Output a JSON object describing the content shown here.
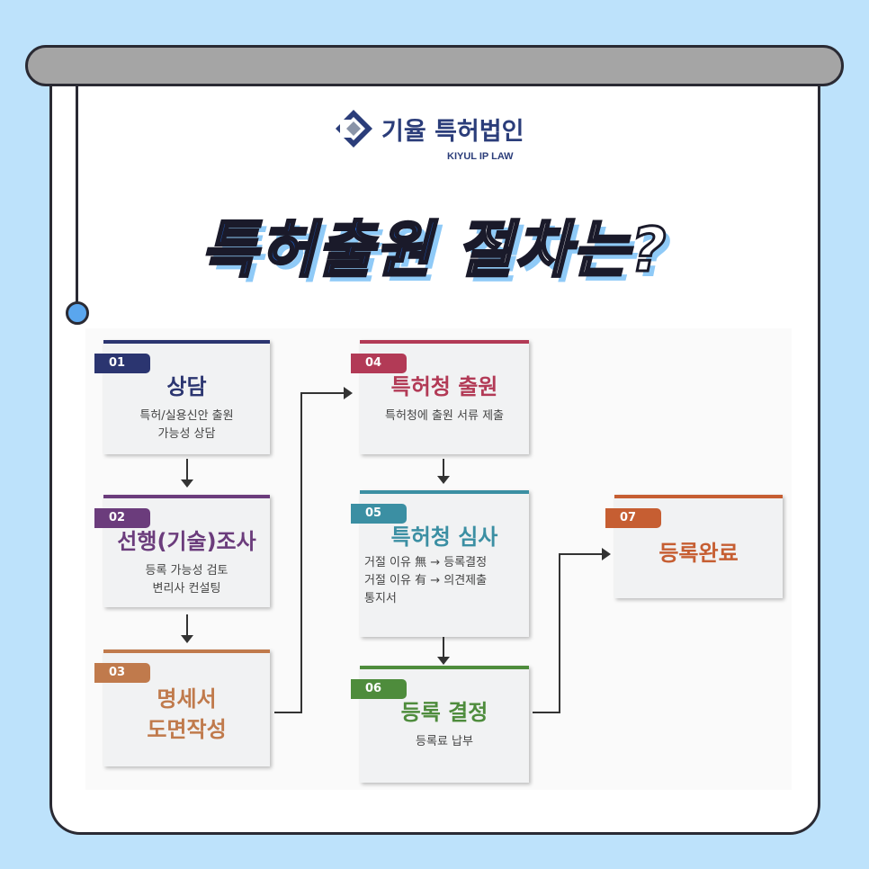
{
  "logo": {
    "name": "기율 특허법인",
    "sub": "KIYUL IP LAW"
  },
  "title": {
    "part1": "특허출원",
    "part2": "절차는?"
  },
  "steps": [
    {
      "num": "01",
      "title": "상담",
      "desc": "특허/실용신안 출원\n가능성 상담",
      "color": "#2b3570"
    },
    {
      "num": "02",
      "title": "선행(기술)조사",
      "desc": "등록 가능성 검토\n변리사 컨설팅",
      "color": "#6b3c7c"
    },
    {
      "num": "03",
      "title": "명세서\n도면작성",
      "desc": "",
      "color": "#c07a4c"
    },
    {
      "num": "04",
      "title": "특허청 출원",
      "desc": "특허청에 출원 서류 제출",
      "color": "#b23a56"
    },
    {
      "num": "05",
      "title": "특허청 심사",
      "desc": "거절 이유 無 → 등록결정\n거절 이유 有 → 의견제출\n        통지서",
      "color": "#3b8fa3"
    },
    {
      "num": "06",
      "title": "등록 결정",
      "desc": "등록료 납부",
      "color": "#4e8c3c"
    },
    {
      "num": "07",
      "title": "등록완료",
      "desc": "",
      "color": "#c65e32"
    }
  ]
}
